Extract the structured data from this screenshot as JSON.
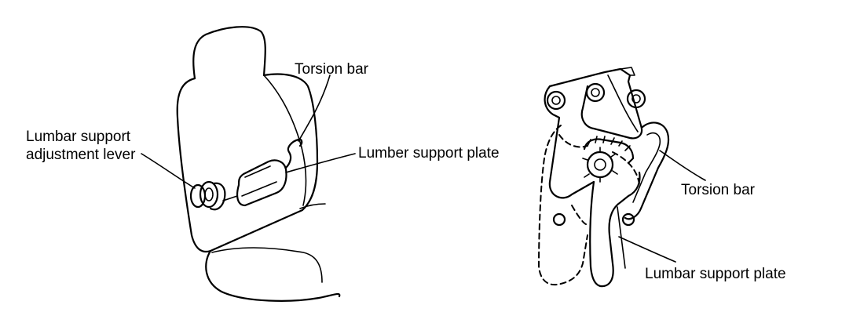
{
  "left_diagram": {
    "labels": {
      "torsion_bar": "Torsion bar",
      "lumbar_lever_line1": "Lumbar support",
      "lumbar_lever_line2": "adjustment lever",
      "lumber_plate": "Lumber support plate"
    }
  },
  "right_diagram": {
    "labels": {
      "torsion_bar": "Torsion bar",
      "lumbar_plate": "Lumbar support plate"
    }
  }
}
